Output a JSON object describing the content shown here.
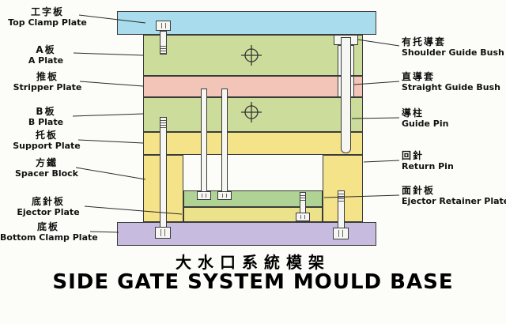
{
  "title": {
    "cn": "大水口系統模架",
    "en": "SIDE GATE SYSTEM MOULD BASE"
  },
  "left_labels": [
    {
      "cn": "工字板",
      "en": "Top Clamp Plate"
    },
    {
      "cn": "A板",
      "en": "A Plate"
    },
    {
      "cn": "推板",
      "en": "Stripper Plate"
    },
    {
      "cn": "B板",
      "en": "B Plate"
    },
    {
      "cn": "托板",
      "en": "Support Plate"
    },
    {
      "cn": "方鐵",
      "en": "Spacer Block"
    },
    {
      "cn": "底針板",
      "en": "Ejector Plate"
    },
    {
      "cn": "底板",
      "en": "Bottom Clamp Plate"
    }
  ],
  "right_labels": [
    {
      "cn": "有托導套",
      "en": "Shoulder Guide Bush"
    },
    {
      "cn": "直導套",
      "en": "Straight Guide Bush"
    },
    {
      "cn": "導柱",
      "en": "Guide Pin"
    },
    {
      "cn": "回針",
      "en": "Return Pin"
    },
    {
      "cn": "面針板",
      "en": "Ejector Retainer Plate"
    }
  ],
  "colors": {
    "background": "#fcfcf8",
    "top_clamp_plate": "#a9dcec",
    "a_plate": "#ccdc9a",
    "stripper_plate": "#f3c5b9",
    "b_plate": "#ccdc9a",
    "support_plate": "#f5e38a",
    "spacer_block": "#f5e38a",
    "ejector_retainer_plate": "#aed395",
    "ejector_plate": "#ece28b",
    "bottom_clamp_plate": "#c7bcdf",
    "pin_fill": "#f6f6f2",
    "outline": "#3b3b3b"
  }
}
